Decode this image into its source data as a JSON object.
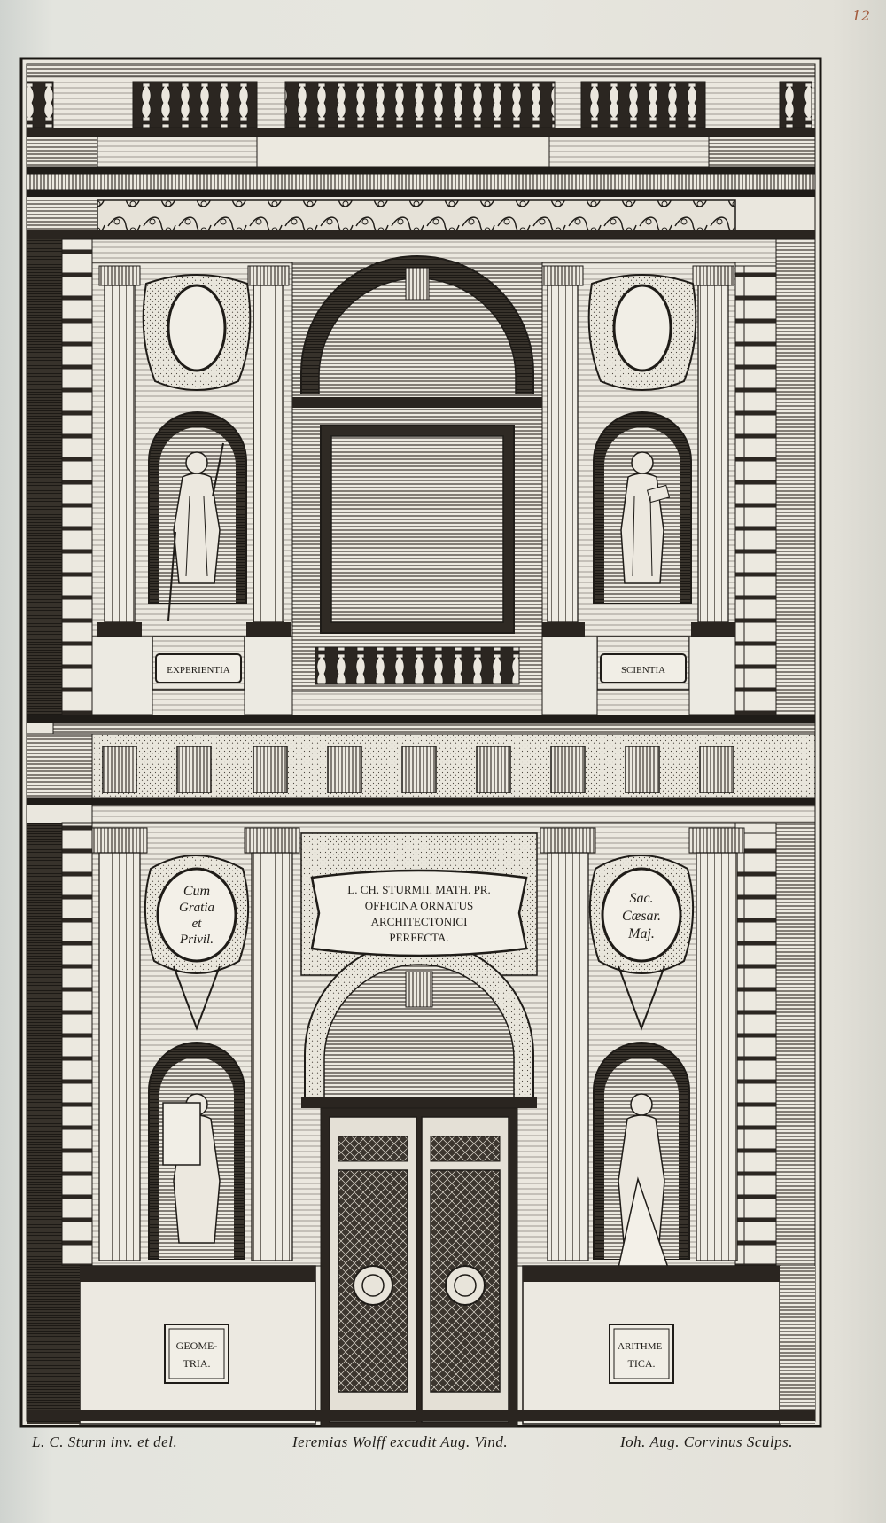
{
  "page_number": "12",
  "plaques": {
    "upper_left": "EXPERIENTIA",
    "upper_right": "SCIENTIA",
    "lower_left": [
      "GEOME-",
      "TRIA."
    ],
    "lower_right": [
      "ARITHME-",
      "TICA."
    ]
  },
  "medallions": {
    "left": [
      "Cum",
      "Gratia",
      "et",
      "Privil."
    ],
    "right": [
      "Sac.",
      "Cæsar.",
      "Maj."
    ]
  },
  "title_cartouche": [
    "L. CH. STURMII. MATH. PR.",
    "OFFICINA ORNATUS",
    "ARCHITECTONICI",
    "PERFECTA."
  ],
  "captions": {
    "left": "L. C. Sturm inv. et del.",
    "middle": "Ieremias Wolff excudit Aug. Vind.",
    "right": "Ioh. Aug. Corvinus Sculps."
  },
  "colors": {
    "ink": "#1f1c18",
    "paper": "#e7e6df",
    "page_number": "#a25a3c"
  }
}
